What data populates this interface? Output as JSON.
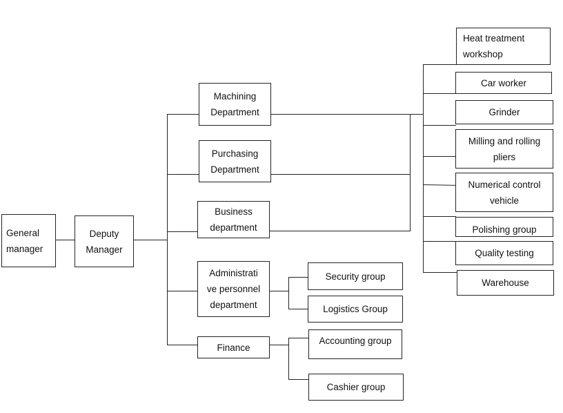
{
  "chart_data": {
    "type": "org-chart",
    "nodes": [
      {
        "id": "gm",
        "label": "General manager",
        "parent": null
      },
      {
        "id": "dm",
        "label": "Deputy Manager",
        "parent": "gm"
      },
      {
        "id": "machining",
        "label": "Machining Department",
        "parent": "dm"
      },
      {
        "id": "purchasing",
        "label": "Purchasing Department",
        "parent": "dm"
      },
      {
        "id": "business",
        "label": "Business department",
        "parent": "dm"
      },
      {
        "id": "admin",
        "label": "Administrative personnel department",
        "parent": "dm"
      },
      {
        "id": "finance",
        "label": "Finance",
        "parent": "dm"
      },
      {
        "id": "security",
        "label": "Security group",
        "parent": "admin"
      },
      {
        "id": "logistics",
        "label": "Logistics Group",
        "parent": "admin"
      },
      {
        "id": "accounting",
        "label": "Accounting group",
        "parent": "finance"
      },
      {
        "id": "cashier",
        "label": "Cashier group",
        "parent": "finance"
      },
      {
        "id": "heat",
        "label": "Heat treatment workshop",
        "parent": "machining"
      },
      {
        "id": "car",
        "label": "Car worker",
        "parent": "machining"
      },
      {
        "id": "grinder",
        "label": "Grinder",
        "parent": "machining"
      },
      {
        "id": "milling",
        "label": "Milling and rolling pliers",
        "parent": "machining"
      },
      {
        "id": "nc",
        "label": "Numerical control vehicle",
        "parent": "machining"
      },
      {
        "id": "polishing",
        "label": "Polishing group",
        "parent": "machining"
      },
      {
        "id": "quality",
        "label": "Quality testing",
        "parent": "machining"
      },
      {
        "id": "warehouse",
        "label": "Warehouse",
        "parent": "machining"
      }
    ]
  },
  "boxes": {
    "general_manager": "General\nmanager",
    "deputy_manager": "Deputy\nManager",
    "machining": "Machining\nDepartment",
    "purchasing": "Purchasing\nDepartment",
    "business": "Business\ndepartment",
    "admin": "Administrati\nve personnel\ndepartment",
    "finance": "Finance",
    "security": "Security group",
    "logistics": "Logistics Group",
    "accounting": "Accounting group",
    "cashier": "Cashier group",
    "heat": "Heat treatment\nworkshop",
    "car_worker": "Car worker",
    "grinder": "Grinder",
    "milling": "Milling and rolling\npliers",
    "numerical": "Numerical control\nvehicle",
    "polishing": "Polishing group",
    "quality": "Quality testing",
    "warehouse": "Warehouse"
  }
}
